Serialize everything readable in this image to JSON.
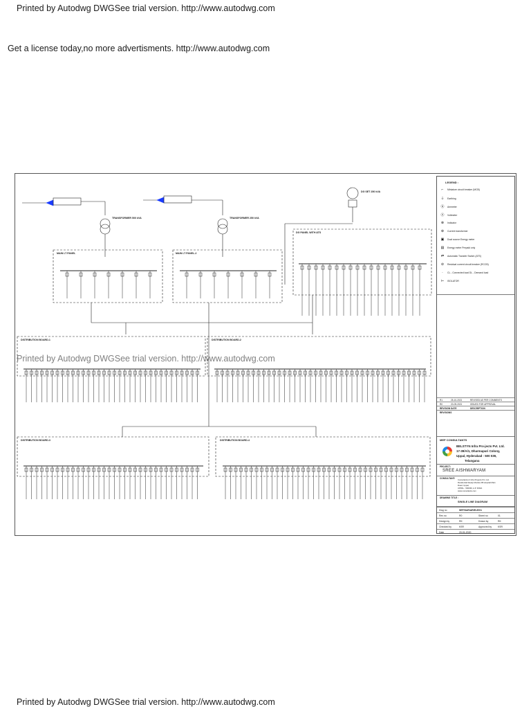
{
  "header": {
    "printed_by": "Printed by Autodwg DWGSee trial version. http://www.autodwg.com",
    "license_ad": "Get a license today,no more advertisments. http://www.autodwg.com"
  },
  "watermark": "Printed by Autodwg DWGSee trial version. http://www.autodwg.com",
  "footer": {
    "printed_by": "Printed by Autodwg DWGSee trial version. http://www.autodwg.com"
  },
  "drawing": {
    "legend": {
      "title": "LEGEND :",
      "items": [
        {
          "icon": "mcb-icon",
          "label": "Miniature circuit breaker (MCB)"
        },
        {
          "icon": "earthing-icon",
          "label": "Earthing"
        },
        {
          "icon": "ammeter-icon",
          "label": "Ammeter"
        },
        {
          "icon": "voltmeter-icon",
          "label": "Voltmeter"
        },
        {
          "icon": "indicator-icon",
          "label": "Indicator"
        },
        {
          "icon": "ct-icon",
          "label": "Current transformer"
        },
        {
          "icon": "dual-meter-icon",
          "label": "Dual source Energy meter"
        },
        {
          "icon": "prepaid-meter-icon",
          "label": "Energy meter Prepaid only"
        },
        {
          "icon": "ats-icon",
          "label": "Automatic Transfer Switch (ATS)"
        },
        {
          "icon": "rccb-icon",
          "label": "Residual current circuit breaker (RCCB)"
        },
        {
          "icon": "cl-dl-icon",
          "label": "CL - Connected load   DL - Demand load"
        },
        {
          "icon": "isolator-icon",
          "label": "ISOLATOR"
        }
      ]
    },
    "revisions": {
      "rows": [
        {
          "rev": "R1",
          "date": "25-10-2021",
          "desc": "REVISED AS PER COMMENTS"
        },
        {
          "rev": "R0",
          "date": "20-09-2021",
          "desc": "ISSUED FOR APPROVAL"
        }
      ],
      "head": {
        "rev": "REVISION",
        "date": "DATE",
        "desc": "DESCRIPTION"
      },
      "caption": "REVISIONS"
    },
    "consultant": {
      "label": "MEP CONSULTANTS",
      "name": "BELSTYN Infra Pro-jects Pvt. Ltd.",
      "addr1": "17-39/A/1, Dharmapuri Colony,",
      "addr2": "Uppal, Hyderabad - 500 039,",
      "addr3": "Telangana"
    },
    "project": {
      "label": "PROJECT:",
      "name": "SREE AISHWARYAM"
    },
    "client": {
      "label": "CONSULTANT:",
      "lines": [
        "Consultants & Infra Projects Pvt. Ltd.",
        "Residential Ready Module 2B Hospital Main",
        "Road, Uppal,",
        "UPPAL - 500039, A.P. INDIA",
        "www.consultants.com"
      ]
    },
    "title_block": {
      "label": "DRAWING TITLE :",
      "title": "SINGLE LINE DIAGRAM"
    },
    "info": [
      {
        "k": "Dwg no",
        "v": "SEP/SAR/AR/ELE/01"
      },
      {
        "k": "Rev no",
        "v": "R0",
        "k2": "Sheet no",
        "v2": "01"
      },
      {
        "k": "Design by",
        "v": "RK",
        "k2": "Drawn by",
        "v2": "RK"
      },
      {
        "k": "Checked by",
        "v": "KSR",
        "k2": "Approved by",
        "v2": "KSR"
      },
      {
        "k": "Date",
        "v": "20-01-2020"
      }
    ],
    "schematic": {
      "incomer_1": "TRANSFORMER 500 kVA",
      "incomer_2": "TRANSFORMER 250 kVA",
      "dg": "DG SET 250 kVA",
      "panel_1": "MAIN LT PANEL",
      "panel_2": "MAIN LT PANEL-2",
      "panel_dg": "DG PANEL WITH ATS",
      "sub_1": "DISTRIBUTION BOARD-1",
      "sub_2": "DISTRIBUTION BOARD-2",
      "sub_3": "DISTRIBUTION BOARD-3",
      "sub_4": "DISTRIBUTION BOARD-4"
    }
  }
}
